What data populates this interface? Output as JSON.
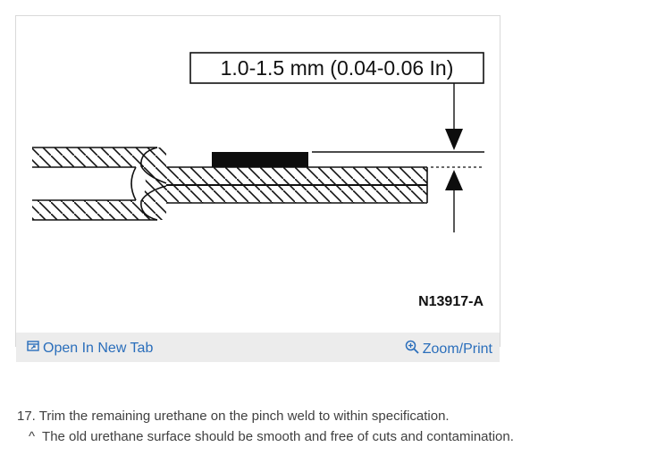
{
  "figure": {
    "dimension_label": "1.0-1.5 mm (0.04-0.06 In)",
    "figure_id": "N13917-A"
  },
  "footer": {
    "open_tab_label": "Open In New Tab",
    "zoom_label": "Zoom/Print",
    "open_tab_icon": "open-new-tab-icon",
    "zoom_icon": "magnifier-plus-icon",
    "link_color": "#2a6ebb"
  },
  "instructions": {
    "step_text": "17. Trim the remaining urethane on the pinch weld to within specification.",
    "note_caret": "^",
    "note_text": "The old urethane surface should be smooth and free of cuts and contamination."
  }
}
